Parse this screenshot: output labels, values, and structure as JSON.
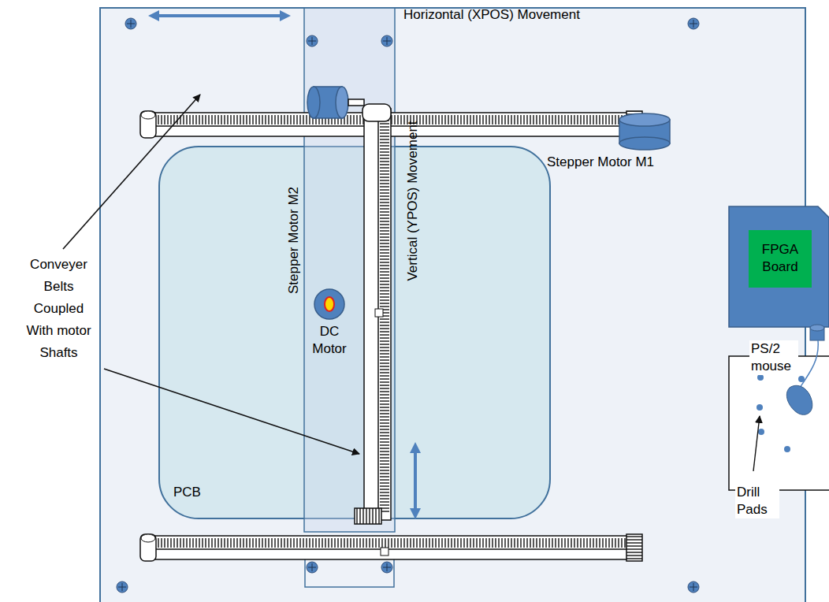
{
  "diagram": {
    "nodes": [
      {
        "text": [
          "PCB"
        ]
      },
      {
        "text": [
          "FPGA Board"
        ]
      }
    ],
    "labels": [
      "Horizontal (XPOS) Movement",
      "Stepper Motor M1",
      "Stepper Motor M2",
      "Vertical (YPOS) Movement",
      "Conveyer Belts Coupled With motor Shafts",
      "DC Motor",
      "PS/2 mouse",
      "Drill Pads"
    ]
  }
}
